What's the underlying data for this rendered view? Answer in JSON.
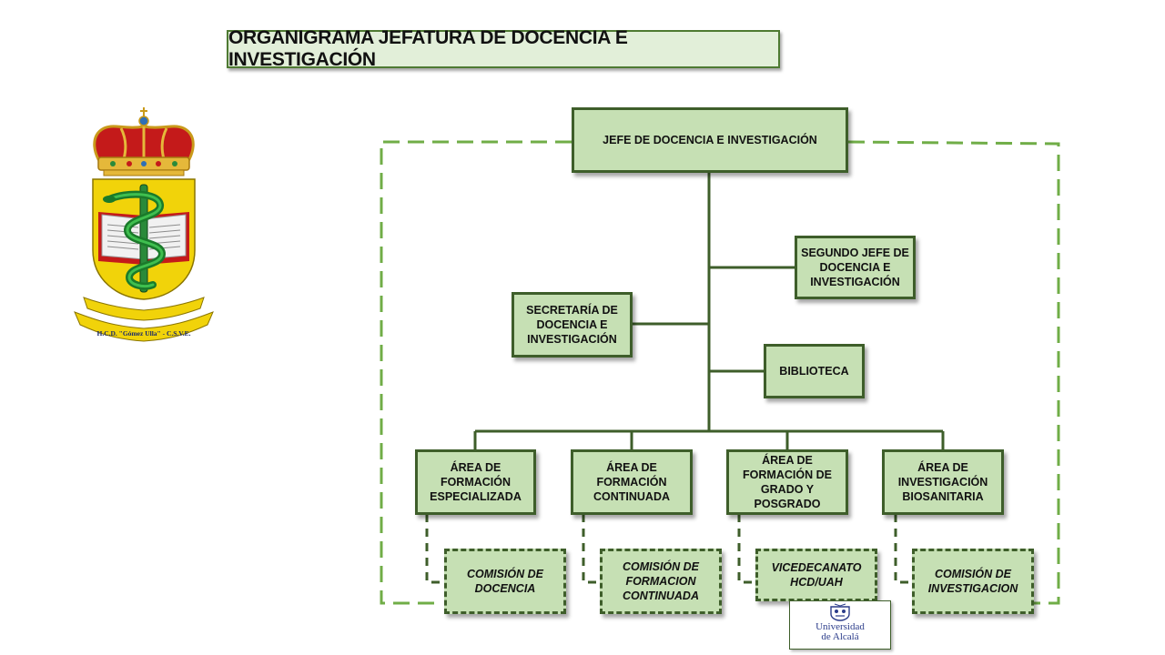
{
  "title": "ORGANIGRAMA JEFATURA DE DOCENCIA E INVESTIGACIÓN",
  "colors": {
    "node_fill": "#c6e0b4",
    "node_border": "#3e5e2a",
    "connector": "#3e5e2a",
    "dashed_frame": "#70ad47",
    "title_fill": "#e2efd9"
  },
  "crest": {
    "banner_text": "H.C.D. \"Gómez Ulla\" - C.S.V.E."
  },
  "nodes": {
    "jefe": "JEFE DE DOCENCIA E INVESTIGACIÓN",
    "segundo_jefe": "SEGUNDO JEFE DE\nDOCENCIA E\nINVESTIGACIÓN",
    "secretaria": "SECRETARÍA DE\nDOCENCIA E\nINVESTIGACIÓN",
    "biblioteca": "BIBLIOTECA",
    "area_especializada": "ÁREA DE\nFORMACIÓN\nESPECIALIZADA",
    "area_continuada": "ÁREA DE\nFORMACIÓN\nCONTINUADA",
    "area_grado": "ÁREA DE\nFORMACIÓN DE\nGRADO Y\nPOSGRADO",
    "area_investigacion": "ÁREA DE\nINVESTIGACIÓN\nBIOSANITARIA",
    "comision_docencia": "COMISIÓN DE\nDOCENCIA",
    "comision_formacion": "COMISIÓN DE\nFORMACION\nCONTINUADA",
    "vicedecanato": "VICEDECANATO\nHCD/UAH",
    "comision_investigacion": "COMISIÓN DE\nINVESTIGACION"
  },
  "logo": {
    "line1": "Universidad",
    "line2": "de Alcalá"
  }
}
